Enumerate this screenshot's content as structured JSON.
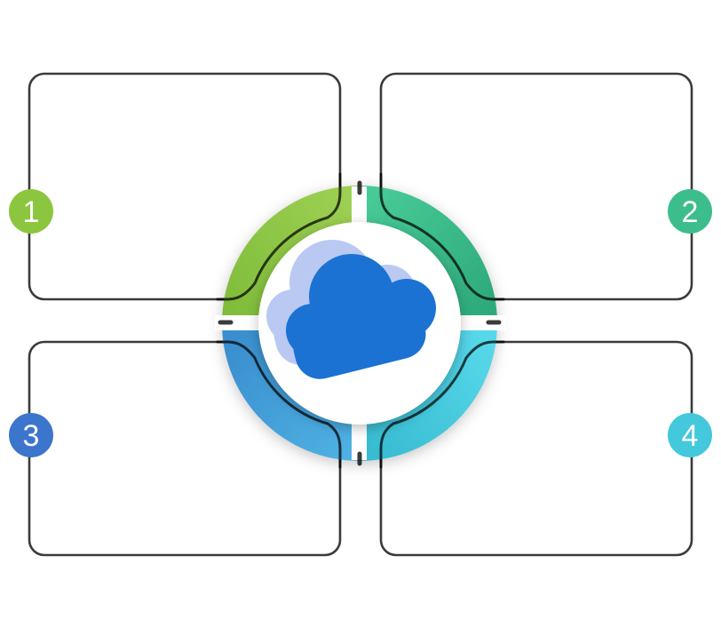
{
  "diagram": {
    "background": "#ffffff",
    "outline_color": "#3b3b3b",
    "steps": [
      {
        "number": "1",
        "badge_color": "#8cc63f",
        "position": "top-left"
      },
      {
        "number": "2",
        "badge_color": "#3cbd8c",
        "position": "top-right"
      },
      {
        "number": "3",
        "badge_color": "#3c75cc",
        "position": "bottom-left"
      },
      {
        "number": "4",
        "badge_color": "#43c8dc",
        "position": "bottom-right"
      }
    ],
    "ring_segments": [
      {
        "name": "top-left-green",
        "color_from": "#80bd3b",
        "color_to": "#9ed053"
      },
      {
        "name": "top-right-teal",
        "color_from": "#47ca96",
        "color_to": "#2fab7b"
      },
      {
        "name": "bottom-left-blue",
        "color_from": "#3a8ecf",
        "color_to": "#4fb2e3"
      },
      {
        "name": "bottom-right-cyan",
        "color_from": "#38bcd2",
        "color_to": "#57d8ea"
      }
    ],
    "center_icon": {
      "name": "cloud",
      "front_color": "#1b72d3",
      "back_color": "#b9c9f2"
    }
  }
}
